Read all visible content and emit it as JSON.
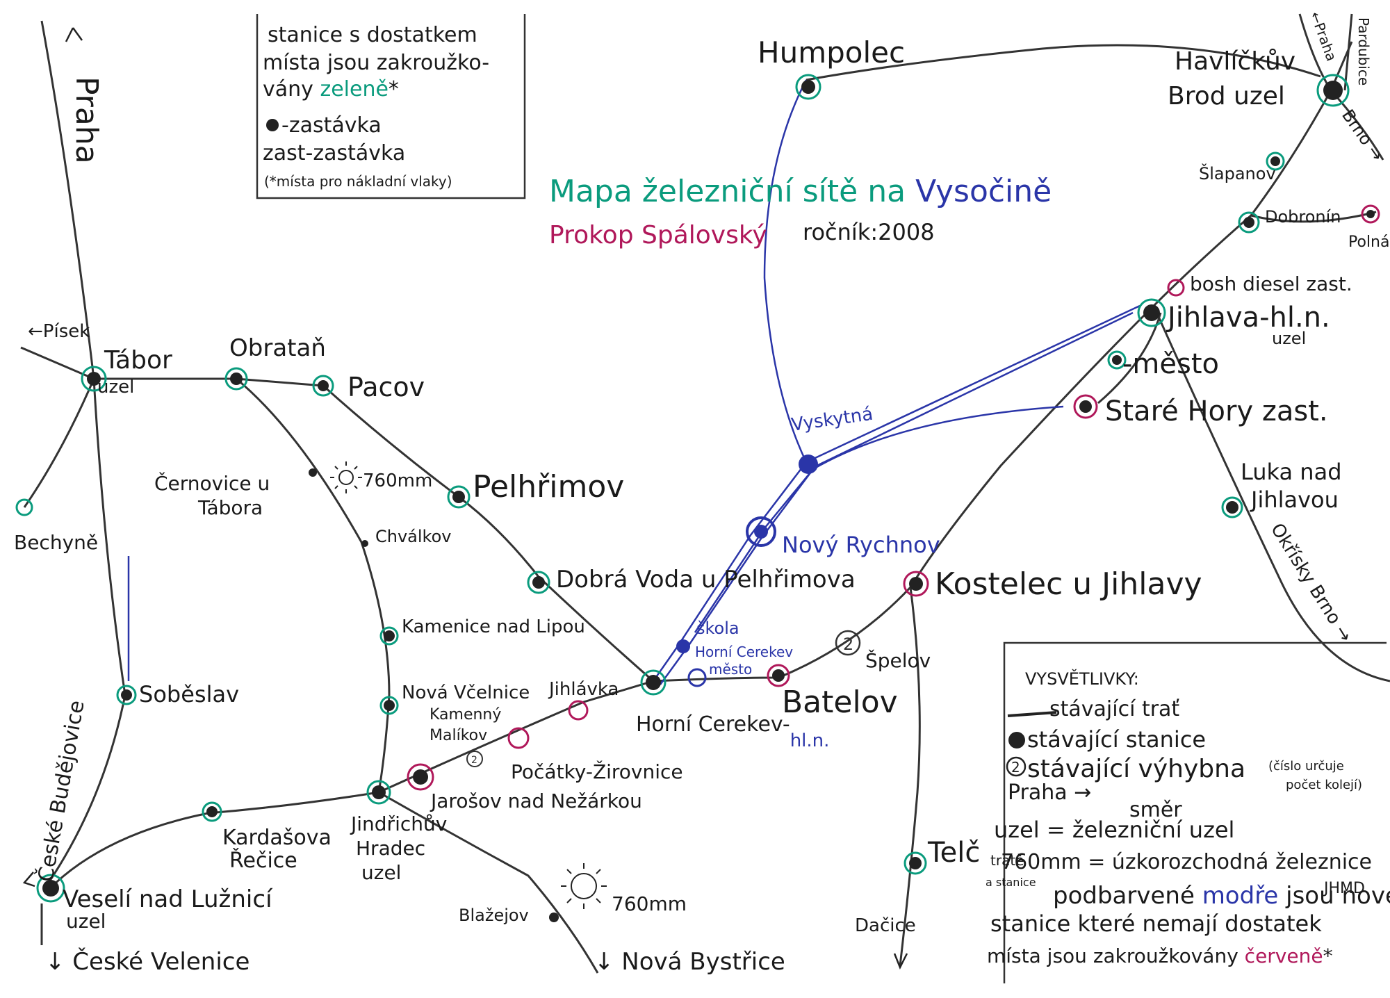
{
  "title": {
    "main_prefix": "Mapa železniční sítě na ",
    "main_highlight": "Vysočině",
    "author": "Prokop Spálovský",
    "year": "ročník:2008"
  },
  "colors": {
    "track": "#333333",
    "planned_track": "#2a35a8",
    "enough_space": "#0a9b7d",
    "not_enough_space": "#b0185a",
    "title": "#0a9b7d"
  },
  "top_legend": {
    "line1": "stanice s dostatkem",
    "line2": "místa jsou zakroužko-",
    "line3_prefix": "vány ",
    "line3_green": "zeleně",
    "line3_star": "*",
    "line4": "-zastávka",
    "line5": "zast-zastávka",
    "line6": "(*místa pro nákladní vlaky)"
  },
  "directions": {
    "praha_left": "Praha",
    "pisek": "←Písek",
    "ceske_budejovice": "České Budějovice",
    "ceske_velenice": "↓ České Velenice",
    "nova_bystrice": "↓ Nová Bystřice",
    "dacice": "Dačice",
    "praha_right": "←Praha",
    "pardubice": "Pardubice",
    "brno": "Brno →",
    "okriskybrno": "Okřísky Brno →",
    "polna": "Polná"
  },
  "stations": {
    "tabor": "Tábor",
    "tabor_uzel": "uzel",
    "obratan": "Obrataň",
    "pacov": "Pacov",
    "pelhrimov": "Pelhřimov",
    "cernovice": "Černovice u",
    "cernovice2": "Tábora",
    "narrow1": "760mm",
    "chvalkov": "Chválkov",
    "kamenice": "Kamenice nad Lipou",
    "nova_vcelnice": "Nová Včelnice",
    "bechyne": "Bechyně",
    "sobeslav": "Soběslav",
    "dobra_voda": "Dobrá Voda u Pelhřimova",
    "jihlavka": "Jihlávka",
    "kamenny_malikov": "Kamenný",
    "kamenny_malikov2": "Malíkov",
    "pocatky": "Počátky-Žirovnice",
    "jarosov": "Jarošov nad Nežárkou",
    "horni_cerekev": "Horní Cerekev-",
    "horni_cerekev_hl": "hl.n.",
    "skola": "škola",
    "hc_mesto": "Horní Cerekev",
    "hc_mesto2": "město",
    "batelov": "Batelov",
    "spelov": "Špelov",
    "kostelec": "Kostelec u Jihlavy",
    "novy_rychnov": "Nový Rychnov",
    "vyskytna": "Vyskytná",
    "humpolec": "Humpolec",
    "havlickuv_brod": "Havlíčkův",
    "havlickuv_brod2": "Brod uzel",
    "slapanov": "Šlapanov",
    "dobronin": "Dobronín",
    "bosch": "bosh diesel zast.",
    "jihlava": "Jihlava-hl.n.",
    "jihlava_uzel": "uzel",
    "jihlava_mesto": "-město",
    "stare_hory": "Staré Hory zast.",
    "luka": "Luka nad",
    "luka2": "Jihlavou",
    "telc": "Telč",
    "jindrichuv": "Jindřichův",
    "jindrichuv2": "Hradec",
    "jindrichuv3": "uzel",
    "kardasova": "Kardašova",
    "kardasova2": "Řečice",
    "veseli": "Veselí nad Lužnicí",
    "veseli_uzel": "uzel",
    "blazejov": "Blažejov",
    "narrow2": "760mm",
    "spelov_tracks": "2",
    "kamenny_tracks": "2"
  },
  "bottom_legend": {
    "title": "VYSVĚTLIVKY:",
    "l1": "stávající trať",
    "l2": "stávající stanice",
    "l3": "stávající výhybna",
    "l3_note": "(číslo určuje",
    "l3_note2": "počet kolejí)",
    "l3_num": "2",
    "l4_a": "Praha →",
    "l4_b": "směr",
    "l5": "uzel = železniční uzel",
    "l6": "760mm = úzkorozchodná železnice",
    "l7_a": "tratě",
    "l7_b": "a stanice",
    "l8_prefix": "podbarvené ",
    "l8_blue": "modře",
    "l8_suffix": " jsou nové",
    "l8_note": "JHMD",
    "l9": "stanice které nemají dostatek",
    "l10_prefix": "místa jsou zakroužkovány ",
    "l10_red": "červeně",
    "l10_star": "*"
  }
}
